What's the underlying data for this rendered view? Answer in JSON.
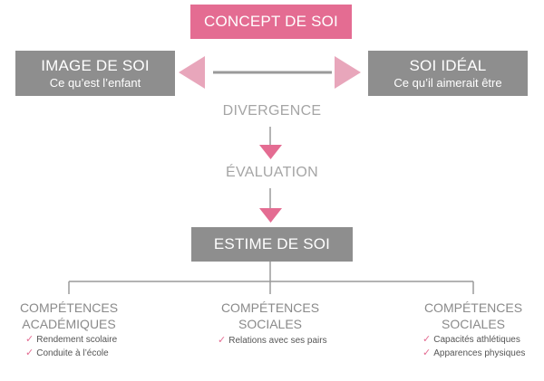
{
  "colors": {
    "pink": "#e46c92",
    "grey": "#8e8e8e",
    "line": "#9a9a9a",
    "label": "#a5a5a5"
  },
  "concept": {
    "title": "CONCEPT DE SOI"
  },
  "image_de_soi": {
    "title": "IMAGE DE SOI",
    "subtitle": "Ce qu’est l’enfant"
  },
  "soi_ideal": {
    "title": "SOI IDÉAL",
    "subtitle": "Ce qu’il aimerait être"
  },
  "divergence": "DIVERGENCE",
  "evaluation": "ÉVALUATION",
  "estime": {
    "title": "ESTIME DE SOI"
  },
  "competences": [
    {
      "line1": "COMPÉTENCES",
      "line2": "ACADÉMIQUES",
      "items": [
        "Rendement scolaire",
        "Conduite à l’école"
      ]
    },
    {
      "line1": "COMPÉTENCES",
      "line2": "SOCIALES",
      "items": [
        "Relations avec ses pairs"
      ]
    },
    {
      "line1": "COMPÉTENCES",
      "line2": "SOCIALES",
      "items": [
        "Capacités athlétiques",
        "Apparences physiques"
      ]
    }
  ],
  "check_icon": "checkmark-icon"
}
